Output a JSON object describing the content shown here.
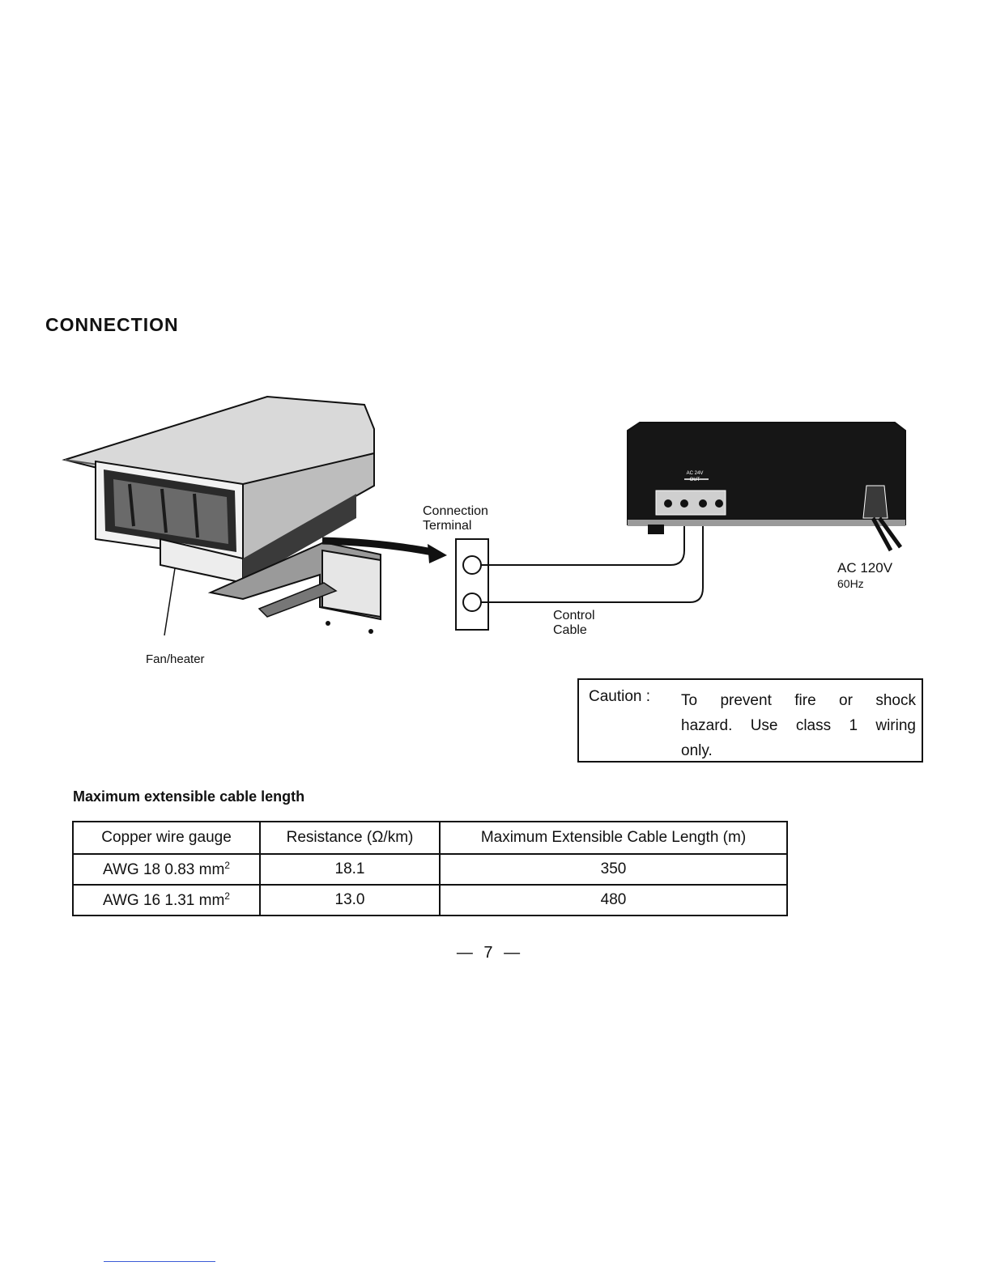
{
  "section_title": "CONNECTION",
  "figure": {
    "label_connection_terminal_line1": "Connection",
    "label_connection_terminal_line2": "Terminal",
    "label_control_cable_line1": "Control",
    "label_control_cable_line2": "Cable",
    "label_fan_heater": "Fan/heater",
    "label_ac_voltage": "AC 120V",
    "label_ac_frequency": "60Hz",
    "panel_marking_line1": "AC 24V",
    "panel_marking_line2": "OUT"
  },
  "caution": {
    "label": "Caution :",
    "text": "To prevent fire or shock hazard. Use class 1 wiring only."
  },
  "cable_table": {
    "title": "Maximum extensible cable length",
    "headers": [
      "Copper wire gauge",
      "Resistance (Ω/km)",
      "Maximum Extensible Cable Length (m)"
    ],
    "rows": [
      {
        "gauge": "AWG 18  0.83 mm",
        "gauge_sup": "2",
        "resistance": "18.1",
        "max_length": "350"
      },
      {
        "gauge": "AWG 16  1.31 mm",
        "gauge_sup": "2",
        "resistance": "13.0",
        "max_length": "480"
      }
    ]
  },
  "page_number": "— 7 —"
}
